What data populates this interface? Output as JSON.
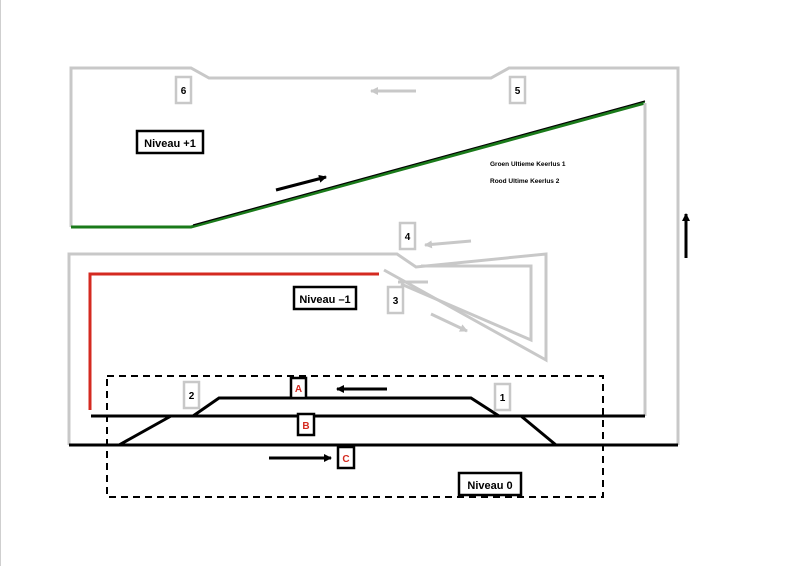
{
  "diagram": {
    "levels": {
      "top": "Niveau +1",
      "minus": "Niveau –1",
      "ground": "Niveau 0"
    },
    "legend": {
      "green": "Groen Ultieme Keerlus 1",
      "red": "Rood Ultime Keerlus 2"
    },
    "blocks": {
      "b1": "1",
      "b2": "2",
      "b3": "3",
      "b4": "4",
      "b5": "5",
      "b6": "6",
      "bA": "A",
      "bB": "B",
      "bC": "C"
    },
    "colors": {
      "track_grey": "#c8c8c8",
      "track_black": "#000000",
      "loop_green": "#1a7a1a",
      "loop_red": "#d42a20",
      "label_red": "#d42a20"
    }
  }
}
